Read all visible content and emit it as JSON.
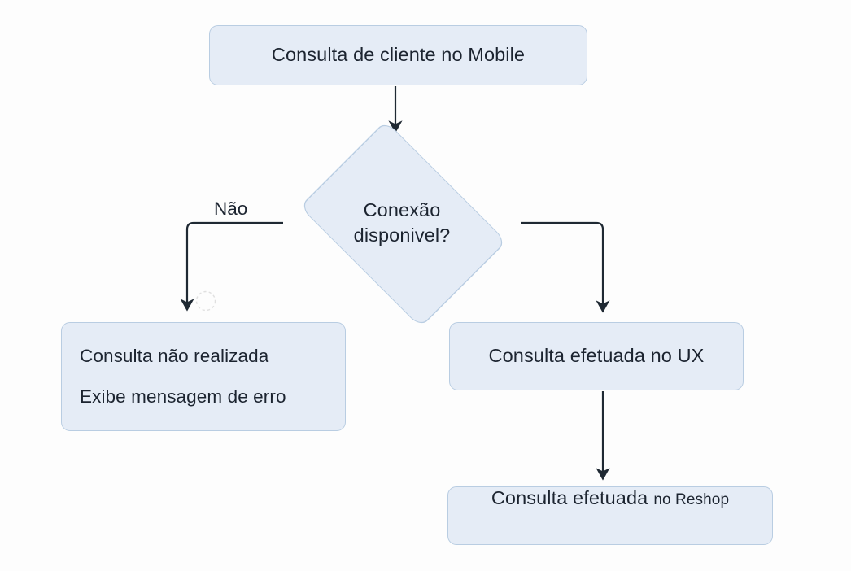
{
  "diagram": {
    "title": "Consulta de cliente no Mobile",
    "type": "flowchart",
    "background_color": "#fdfdfd",
    "node_fill": "#e5ecf6",
    "node_border": "#b9cde2",
    "text_color": "#1c2430",
    "edge_color": "#1f2933",
    "nodes": [
      {
        "id": "start",
        "shape": "rounded-rectangle",
        "label": "Consulta de cliente no Mobile"
      },
      {
        "id": "decision",
        "shape": "diamond",
        "label_line1": "Conexão",
        "label_line2": "disponivel?"
      },
      {
        "id": "error",
        "shape": "rounded-rectangle",
        "label_line1": "Consulta não realizada",
        "label_line2": "Exibe mensagem de erro"
      },
      {
        "id": "ux",
        "shape": "rounded-rectangle",
        "label": "Consulta efetuada no UX"
      },
      {
        "id": "reshop",
        "shape": "rounded-rectangle",
        "label_main": "Consulta efetuada",
        "label_suffix": "no Reshop"
      }
    ],
    "edges": [
      {
        "id": "start-to-decision",
        "from": "start",
        "to": "decision",
        "label": ""
      },
      {
        "id": "decision-to-error",
        "from": "decision",
        "to": "error",
        "label": "Não"
      },
      {
        "id": "decision-to-ux",
        "from": "decision",
        "to": "ux",
        "label": ""
      },
      {
        "id": "ux-to-reshop",
        "from": "ux",
        "to": "reshop",
        "label": ""
      }
    ]
  }
}
